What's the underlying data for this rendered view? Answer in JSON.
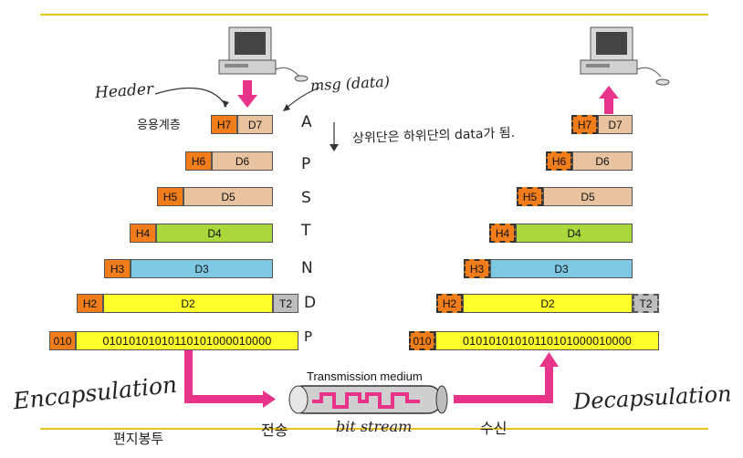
{
  "stack": {
    "headers": [
      "H7",
      "H6",
      "H5",
      "H4",
      "H3",
      "H2"
    ],
    "data": [
      "D7",
      "D6",
      "D5",
      "D4",
      "D3",
      "D2"
    ],
    "trailer": "T2",
    "bit_header": "010",
    "bits": "01010101010110101000010000"
  },
  "layers": [
    "A",
    "P",
    "S",
    "T",
    "N",
    "D",
    "P"
  ],
  "medium": {
    "title": "Transmission medium"
  },
  "notes": {
    "header": "Header",
    "msg": "msg (data)",
    "app_layer": "응용계층",
    "upper": "상위단은 하위단의 data가 됨.",
    "encapsulation": "Encapsulation",
    "decapsulation": "Decapsulation",
    "encap_kr": "편지봉투",
    "transmit": "전송",
    "bitstream": "bit stream",
    "receive": "수신"
  },
  "colors": {
    "header": "#f07c1a",
    "d7": "#e9c39f",
    "d4": "#aad83a",
    "d3": "#7ec8e3",
    "d2": "#ffff2a",
    "trailer": "#bdbdbd",
    "arrow": "#e8338a",
    "rule": "#e8c21a"
  }
}
